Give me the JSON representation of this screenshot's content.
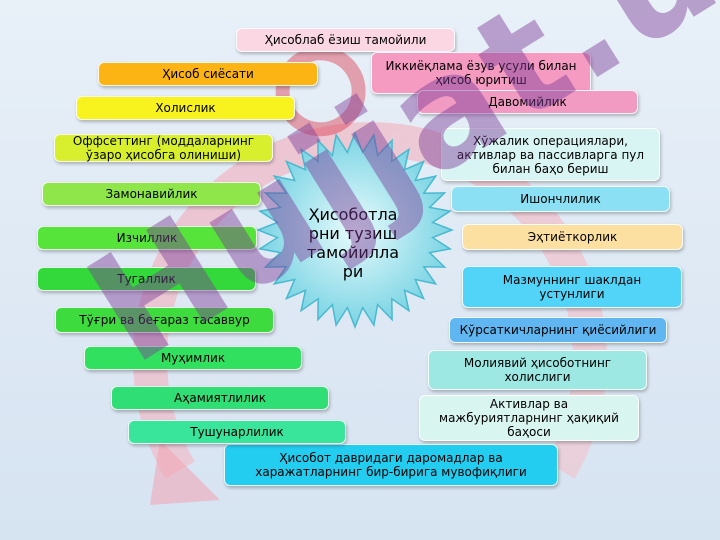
{
  "center": {
    "label": "Ҳисоботла\nрни тузиш\nтамойилла\nри"
  },
  "watermark": {
    "text": "Hujjat.uz",
    "fill": "#7d3c96"
  },
  "principles": [
    {
      "label": "Ҳисоблаб ёзиш тамойили",
      "color": "#fbd7e4"
    },
    {
      "label": "Иккиёқлама ёзув усули билан\nҳисоб юритиш",
      "color": "#f59ac0"
    },
    {
      "label": "Давомийлик",
      "color": "#f19ac2"
    },
    {
      "label": "Хўжалик операциялари,\nактивлар ва пассивларга пул\nбилан баҳо бериш",
      "color": "#d9f5f3"
    },
    {
      "label": "Ишончлилик",
      "color": "#8be0f4"
    },
    {
      "label": "Эҳтиёткорлик",
      "color": "#fbe0a2"
    },
    {
      "label": "Мазмуннинг шаклдан\nустунлиги",
      "color": "#52d3f8"
    },
    {
      "label": "Кўрсаткичларнинг қиёсийлиги",
      "color": "#5fb6f0"
    },
    {
      "label": "Молиявий ҳисоботнинг\nхолислиги",
      "color": "#9ee8e3"
    },
    {
      "label": "Активлар ва\nмажбуриятларнинг ҳақиқий\nбаҳоси",
      "color": "#d9f5f0"
    },
    {
      "label": "Ҳисобот давридаги даромадлар ва\nхаражатларнинг бир-бирига мувофиқлиги",
      "color": "#22cdf0"
    },
    {
      "label": "Тушунарлилик",
      "color": "#38e59a"
    },
    {
      "label": "Аҳамиятлилик",
      "color": "#2fde74"
    },
    {
      "label": "Муҳимлик",
      "color": "#32e060"
    },
    {
      "label": "Тўғри ва беғараз тасаввур",
      "color": "#3edb3e"
    },
    {
      "label": "Тугаллик",
      "color": "#33d83a"
    },
    {
      "label": "Изчиллик",
      "color": "#56e33a"
    },
    {
      "label": "Замонавийлик",
      "color": "#8ee64a"
    },
    {
      "label": "Оффсеттинг (моддаларнинг\nўзаро ҳисобга олиниши)",
      "color": "#d7ef2c"
    },
    {
      "label": "Холислик",
      "color": "#f8f21e"
    },
    {
      "label": "Ҳисоб сиёсати",
      "color": "#fbb413"
    }
  ]
}
